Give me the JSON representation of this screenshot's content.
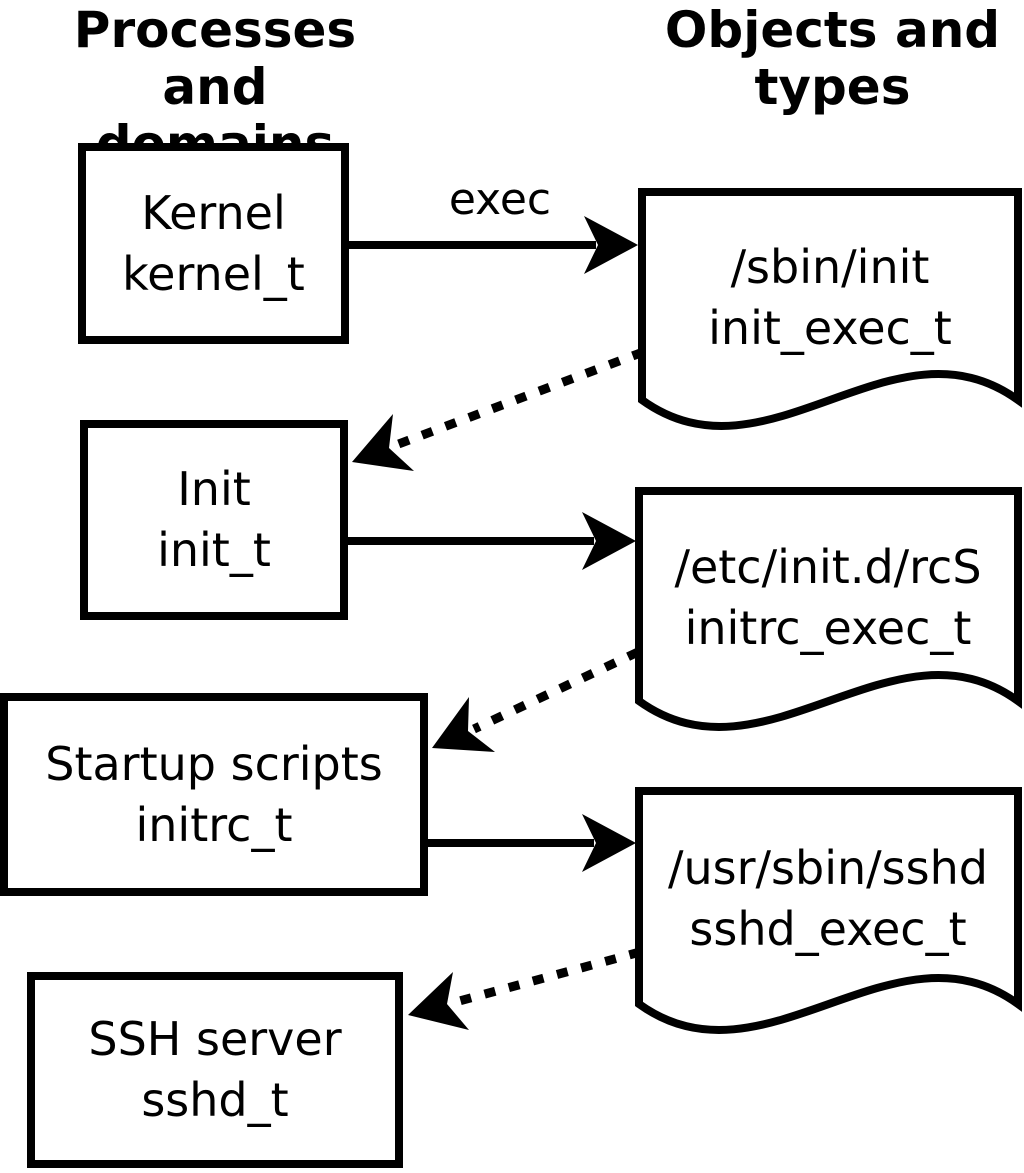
{
  "headers": {
    "left": {
      "line1": "Processes",
      "line2": "and domains"
    },
    "right": {
      "line1": "Objects and",
      "line2": "types"
    }
  },
  "process_boxes": [
    {
      "title": "Kernel",
      "type_label": "kernel_t"
    },
    {
      "title": "Init",
      "type_label": "init_t"
    },
    {
      "title": "Startup scripts",
      "type_label": "initrc_t"
    },
    {
      "title": "SSH server",
      "type_label": "sshd_t"
    }
  ],
  "object_docs": [
    {
      "path": "/sbin/init",
      "type_label": "init_exec_t"
    },
    {
      "path": "/etc/init.d/rcS",
      "type_label": "initrc_exec_t"
    },
    {
      "path": "/usr/sbin/sshd",
      "type_label": "sshd_exec_t"
    }
  ],
  "arrows": {
    "exec_label": "exec"
  },
  "colors": {
    "foreground": "#000000",
    "background": "#ffffff"
  }
}
